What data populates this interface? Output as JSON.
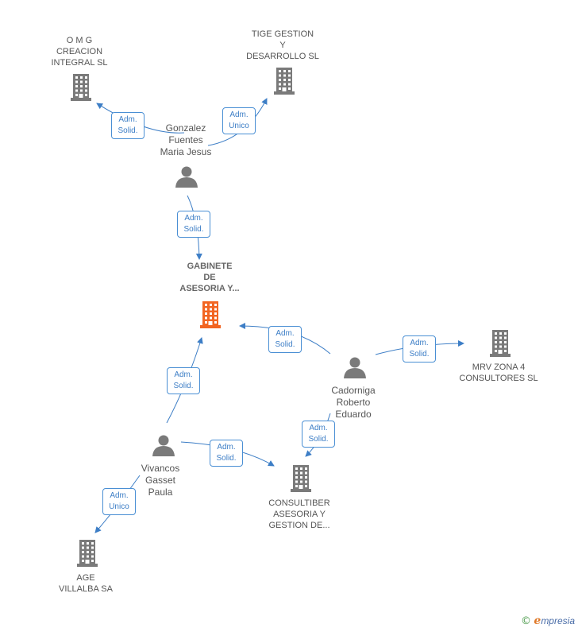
{
  "diagram": {
    "title": "",
    "nodes": [
      {
        "id": "omg",
        "type": "company",
        "label": "O M G\nCREACION\nINTEGRAL SL",
        "color": "#7a7a7a"
      },
      {
        "id": "tige",
        "type": "company",
        "label": "TIGE GESTION\nY\nDESARROLLO SL",
        "color": "#7a7a7a"
      },
      {
        "id": "gonzalez",
        "type": "person",
        "label": "Gonzalez\nFuentes\nMaria Jesus",
        "color": "#7a7a7a"
      },
      {
        "id": "gabinete",
        "type": "company",
        "label": "GABINETE\nDE\nASESORIA Y...",
        "color": "#f26522",
        "main": true
      },
      {
        "id": "cadorniga",
        "type": "person",
        "label": "Cadorniga\nRoberto\nEduardo",
        "color": "#7a7a7a"
      },
      {
        "id": "mrv",
        "type": "company",
        "label": "MRV ZONA 4\nCONSULTORES SL",
        "color": "#7a7a7a"
      },
      {
        "id": "vivancos",
        "type": "person",
        "label": "Vivancos\nGasset\nPaula",
        "color": "#7a7a7a"
      },
      {
        "id": "consultiber",
        "type": "company",
        "label": "CONSULTIBER\nASESORIA Y\nGESTION DE...",
        "color": "#7a7a7a"
      },
      {
        "id": "age",
        "type": "company",
        "label": "AGE\nVILLALBA SA",
        "color": "#7a7a7a"
      }
    ],
    "edges": [
      {
        "from": "gonzalez",
        "to": "omg",
        "label": "Adm.\nSolid."
      },
      {
        "from": "gonzalez",
        "to": "tige",
        "label": "Adm.\nUnico"
      },
      {
        "from": "gonzalez",
        "to": "gabinete",
        "label": "Adm.\nSolid."
      },
      {
        "from": "cadorniga",
        "to": "gabinete",
        "label": "Adm.\nSolid."
      },
      {
        "from": "cadorniga",
        "to": "mrv",
        "label": "Adm.\nSolid."
      },
      {
        "from": "cadorniga",
        "to": "consultiber",
        "label": "Adm.\nSolid."
      },
      {
        "from": "vivancos",
        "to": "gabinete",
        "label": "Adm.\nSolid."
      },
      {
        "from": "vivancos",
        "to": "consultiber",
        "label": "Adm.\nSolid."
      },
      {
        "from": "vivancos",
        "to": "age",
        "label": "Adm.\nUnico"
      }
    ],
    "edge_color": "#3d7ec6"
  },
  "footer": {
    "copyright_symbol": "©",
    "brand_initial": "e",
    "brand_rest": "mpresia"
  }
}
